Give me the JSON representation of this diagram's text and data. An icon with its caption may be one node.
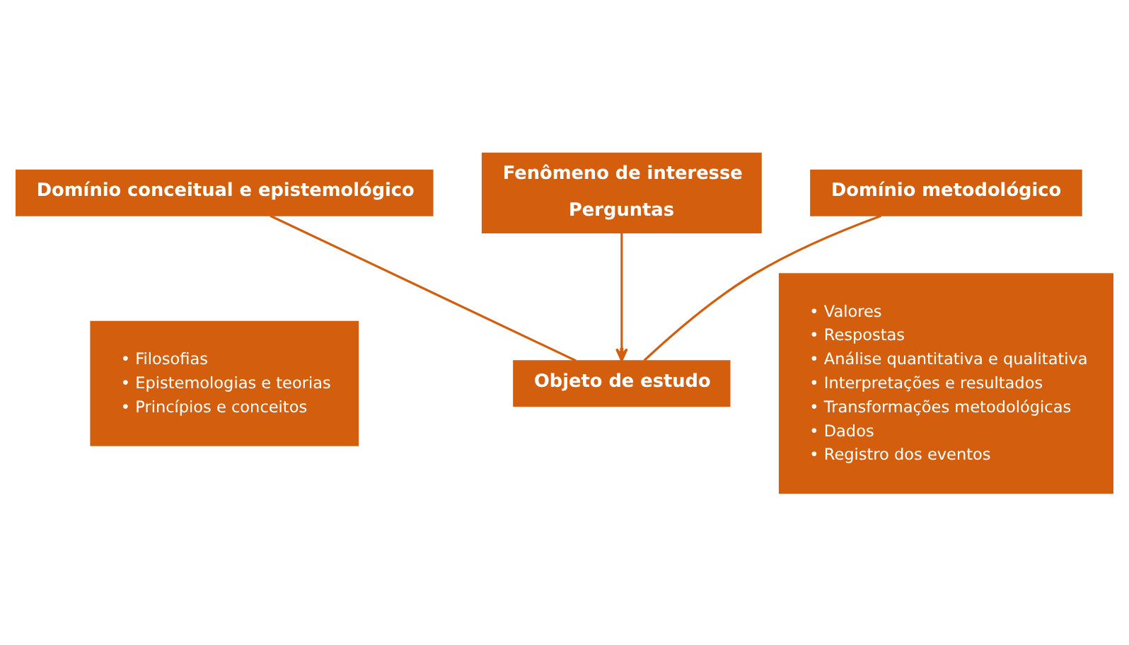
{
  "diagram": {
    "nodes": [
      {
        "text": [
          "Domínio conceitual e epistemológico"
        ]
      },
      {
        "text": [
          "Fenômeno de interesse",
          "Perguntas"
        ]
      },
      {
        "text": [
          "Domínio metodológico"
        ]
      },
      {
        "text": [
          "• Filosofias",
          "• Epistemologias e teorias",
          "• Princípios e conceitos"
        ]
      },
      {
        "text": [
          "• Valores",
          "• Respostas",
          "• Análise quantitativa e qualitativa",
          "• Interpretações e resultados",
          "• Transformações metodológicas",
          "• Dados",
          "• Registro dos eventos"
        ]
      },
      {
        "text": [
          "Objeto de estudo"
        ]
      }
    ],
    "edges": [
      {
        "from": 0,
        "to": 5,
        "arrow": "none"
      },
      {
        "from": 1,
        "to": 5,
        "arrow": "to"
      },
      {
        "from": 2,
        "to": 5,
        "arrow": "none"
      }
    ]
  }
}
